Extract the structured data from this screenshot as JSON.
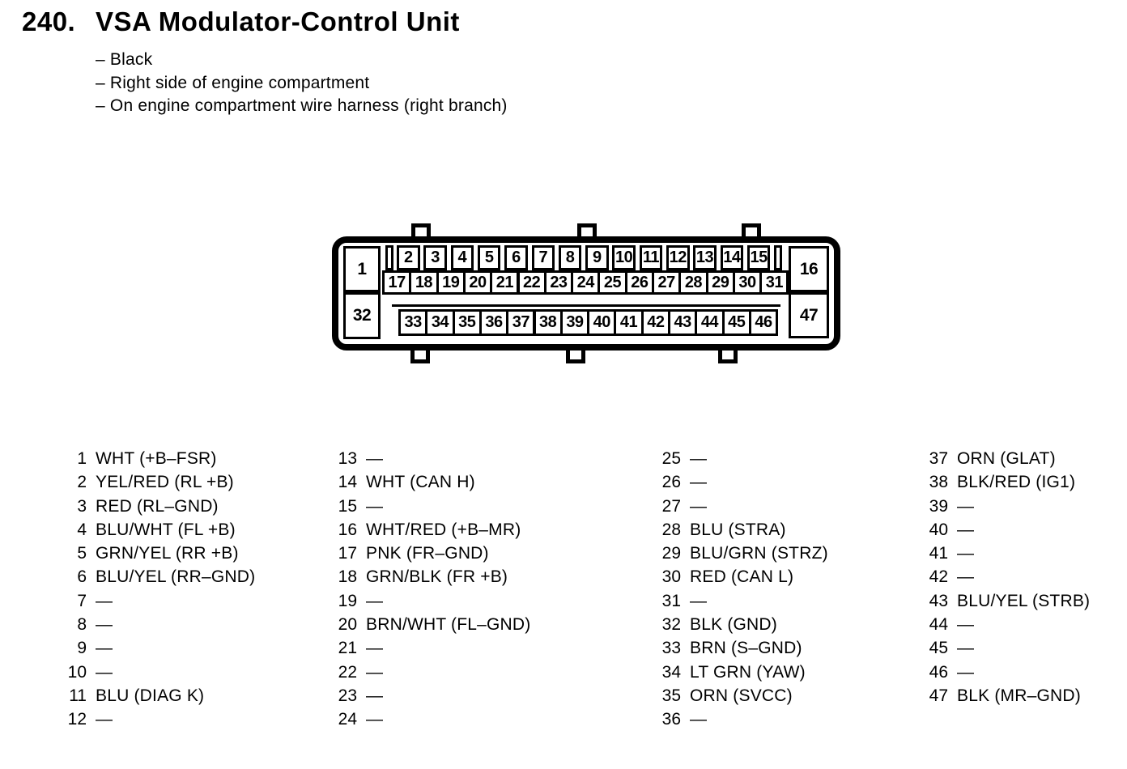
{
  "page": {
    "title_number": "240.",
    "title_text": "VSA Modulator-Control Unit",
    "notes": [
      "– Black",
      "– Right side of engine compartment",
      "– On engine compartment wire harness (right branch)"
    ]
  },
  "connector": {
    "left_top_pin": "1",
    "left_bottom_pin": "32",
    "right_top_pin": "16",
    "right_bottom_pin": "47",
    "top_row": [
      "2",
      "3",
      "4",
      "5",
      "6",
      "7",
      "8",
      "9",
      "10",
      "11",
      "12",
      "13",
      "14",
      "15"
    ],
    "middle_row": [
      "17",
      "18",
      "19",
      "20",
      "21",
      "22",
      "23",
      "24",
      "25",
      "26",
      "27",
      "28",
      "29",
      "30",
      "31"
    ],
    "bottom_row": [
      "33",
      "34",
      "35",
      "36",
      "37",
      "38",
      "39",
      "40",
      "41",
      "42",
      "43",
      "44",
      "45",
      "46"
    ]
  },
  "pinout": {
    "columns": [
      {
        "pins": [
          {
            "num": "1",
            "label": "WHT (+B–FSR)"
          },
          {
            "num": "2",
            "label": "YEL/RED (RL +B)"
          },
          {
            "num": "3",
            "label": "RED (RL–GND)"
          },
          {
            "num": "4",
            "label": "BLU/WHT (FL +B)"
          },
          {
            "num": "5",
            "label": "GRN/YEL (RR +B)"
          },
          {
            "num": "6",
            "label": "BLU/YEL (RR–GND)"
          },
          {
            "num": "7",
            "label": "—"
          },
          {
            "num": "8",
            "label": "—"
          },
          {
            "num": "9",
            "label": "—"
          },
          {
            "num": "10",
            "label": "—"
          },
          {
            "num": "11",
            "label": "BLU (DIAG K)"
          },
          {
            "num": "12",
            "label": "—"
          }
        ]
      },
      {
        "pins": [
          {
            "num": "13",
            "label": "—"
          },
          {
            "num": "14",
            "label": "WHT (CAN H)"
          },
          {
            "num": "15",
            "label": "—"
          },
          {
            "num": "16",
            "label": "WHT/RED (+B–MR)"
          },
          {
            "num": "17",
            "label": "PNK (FR–GND)"
          },
          {
            "num": "18",
            "label": "GRN/BLK (FR +B)"
          },
          {
            "num": "19",
            "label": "—"
          },
          {
            "num": "20",
            "label": "BRN/WHT (FL–GND)"
          },
          {
            "num": "21",
            "label": "—"
          },
          {
            "num": "22",
            "label": "—"
          },
          {
            "num": "23",
            "label": "—"
          },
          {
            "num": "24",
            "label": "—"
          }
        ]
      },
      {
        "pins": [
          {
            "num": "25",
            "label": "—"
          },
          {
            "num": "26",
            "label": "—"
          },
          {
            "num": "27",
            "label": "—"
          },
          {
            "num": "28",
            "label": "BLU (STRA)"
          },
          {
            "num": "29",
            "label": "BLU/GRN (STRZ)"
          },
          {
            "num": "30",
            "label": "RED (CAN L)"
          },
          {
            "num": "31",
            "label": "—"
          },
          {
            "num": "32",
            "label": "BLK (GND)"
          },
          {
            "num": "33",
            "label": "BRN (S–GND)"
          },
          {
            "num": "34",
            "label": "LT GRN (YAW)"
          },
          {
            "num": "35",
            "label": "ORN (SVCC)"
          },
          {
            "num": "36",
            "label": "—"
          }
        ]
      },
      {
        "pins": [
          {
            "num": "37",
            "label": "ORN (GLAT)"
          },
          {
            "num": "38",
            "label": "BLK/RED (IG1)"
          },
          {
            "num": "39",
            "label": "—"
          },
          {
            "num": "40",
            "label": "—"
          },
          {
            "num": "41",
            "label": "—"
          },
          {
            "num": "42",
            "label": "—"
          },
          {
            "num": "43",
            "label": "BLU/YEL (STRB)"
          },
          {
            "num": "44",
            "label": "—"
          },
          {
            "num": "45",
            "label": "—"
          },
          {
            "num": "46",
            "label": "—"
          },
          {
            "num": "47",
            "label": "BLK (MR–GND)"
          }
        ]
      }
    ]
  }
}
